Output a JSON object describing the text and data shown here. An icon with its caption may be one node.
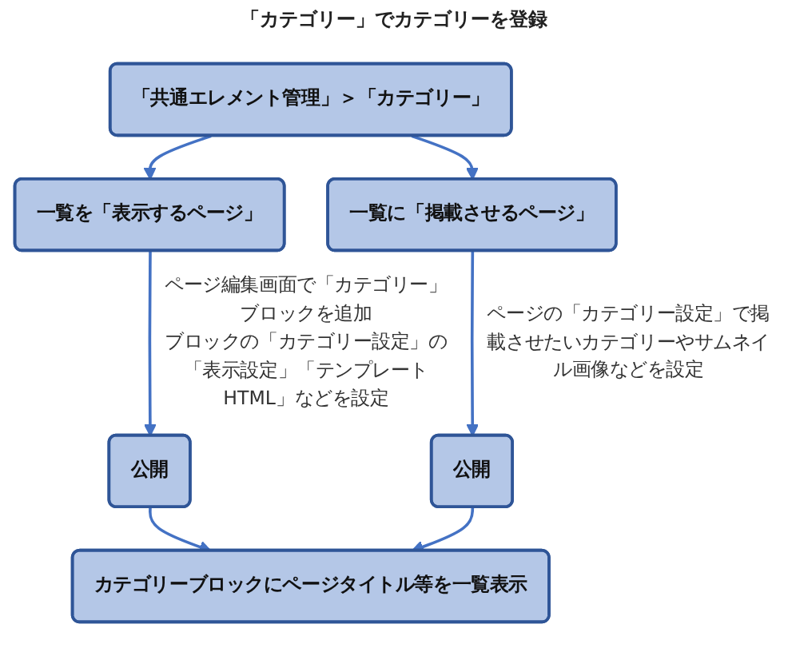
{
  "diagram": {
    "nodes": [
      {
        "text": [
          "「共通エレメント管理」＞「カテゴリー」"
        ]
      },
      {
        "text": [
          "一覧を「表示するページ」"
        ],
        "beside": [
          "ページ編集画面で「カテゴリー」ブロックを追加",
          "ブロックの「カテゴリー設定」の「表示設定」「テンプレートHTML」などを設定"
        ]
      },
      {
        "text": [
          "一覧に「掲載させるページ」"
        ],
        "beside": [
          "ページの「カテゴリー設定」で掲載させたいカテゴリーやサムネイル画像などを設定"
        ]
      },
      {
        "text": [
          "公開"
        ]
      },
      {
        "text": [
          "公開"
        ]
      },
      {
        "text": [
          "カテゴリーブロックにページタイトル等を一覧表示"
        ]
      }
    ],
    "edges": [
      {
        "from": 0,
        "to": 1,
        "arrow": "to"
      },
      {
        "from": 0,
        "to": 2,
        "arrow": "to"
      },
      {
        "from": 1,
        "to": 3,
        "arrow": "to"
      },
      {
        "from": 2,
        "to": 4,
        "arrow": "to"
      },
      {
        "from": 3,
        "to": 5,
        "arrow": "to"
      },
      {
        "from": 4,
        "to": 5,
        "arrow": "to"
      }
    ],
    "labels": [
      "「カテゴリー」でカテゴリーを登録"
    ]
  }
}
